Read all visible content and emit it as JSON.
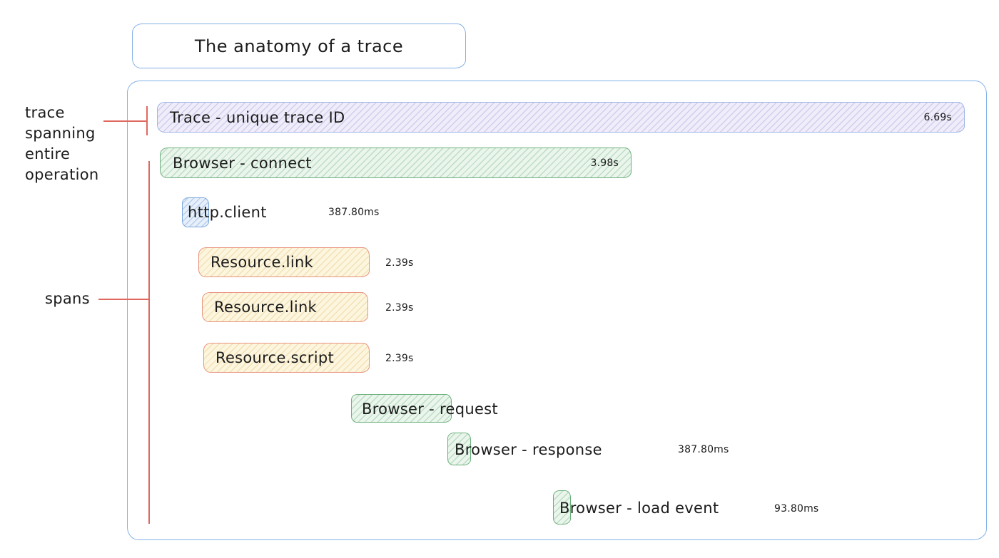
{
  "title": "The anatomy of a trace",
  "annotations": {
    "trace_lines": [
      "trace",
      "spanning",
      "entire",
      "operation"
    ],
    "spans_label": "spans"
  },
  "spans": [
    {
      "id": "trace",
      "label": "Trace - unique trace ID",
      "duration": "6.69s",
      "color": "purple"
    },
    {
      "id": "browser-connect",
      "label": "Browser - connect",
      "duration": "3.98s",
      "color": "green"
    },
    {
      "id": "http-client",
      "label": "http.client",
      "duration": "387.80ms",
      "color": "blue"
    },
    {
      "id": "resource-link-1",
      "label": "Resource.link",
      "duration": "2.39s",
      "color": "yellow"
    },
    {
      "id": "resource-link-2",
      "label": "Resource.link",
      "duration": "2.39s",
      "color": "yellow"
    },
    {
      "id": "resource-script",
      "label": "Resource.script",
      "duration": "2.39s",
      "color": "yellow"
    },
    {
      "id": "browser-request",
      "label": "Browser - request",
      "duration": "",
      "color": "green"
    },
    {
      "id": "browser-response",
      "label": "Browser - response",
      "duration": "387.80ms",
      "color": "green"
    },
    {
      "id": "browser-load-event",
      "label": "Browser - load event",
      "duration": "93.80ms",
      "color": "green"
    }
  ],
  "palette": {
    "frame_border_blue": "#83b1e6",
    "trace_border": "#9fb5e8",
    "trace_fill": "#f0edfa",
    "green_border": "#6cb07c",
    "green_fill": "#eaf5ec",
    "blue_border": "#79a6dc",
    "blue_fill": "#e7f0fa",
    "yellow_fill": "#fdf6de",
    "yellow_border": "#e8937f",
    "annotation_red": "#e0695f",
    "text": "#1b1b1b",
    "background": "#ffffff"
  }
}
